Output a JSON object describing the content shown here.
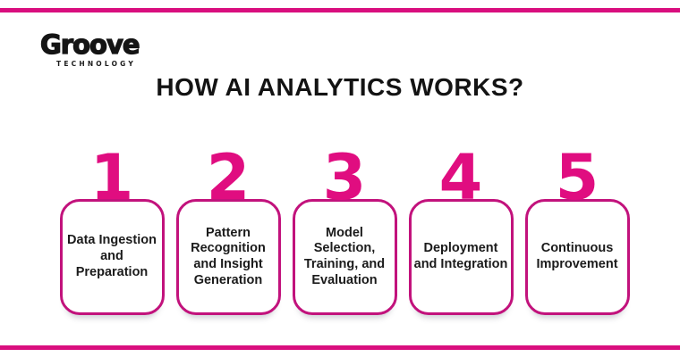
{
  "brand": {
    "name": "Groove",
    "tagline": "TECHNOLOGY"
  },
  "header": {
    "title": "HOW AI ANALYTICS WORKS?"
  },
  "colors": {
    "accent_pink": "#E00D80",
    "box_border_pink": "#C2127C",
    "bar_pink": "#D90E7E",
    "text_black": "#1A1A1A"
  },
  "steps": [
    {
      "number": "1",
      "label": "Data Ingestion\nand Preparation"
    },
    {
      "number": "2",
      "label": "Pattern\nRecognition\nand Insight\nGeneration"
    },
    {
      "number": "3",
      "label": "Model Selection,\nTraining, and\nEvaluation"
    },
    {
      "number": "4",
      "label": "Deployment\nand Integration"
    },
    {
      "number": "5",
      "label": "Continuous\nImprovement"
    }
  ]
}
